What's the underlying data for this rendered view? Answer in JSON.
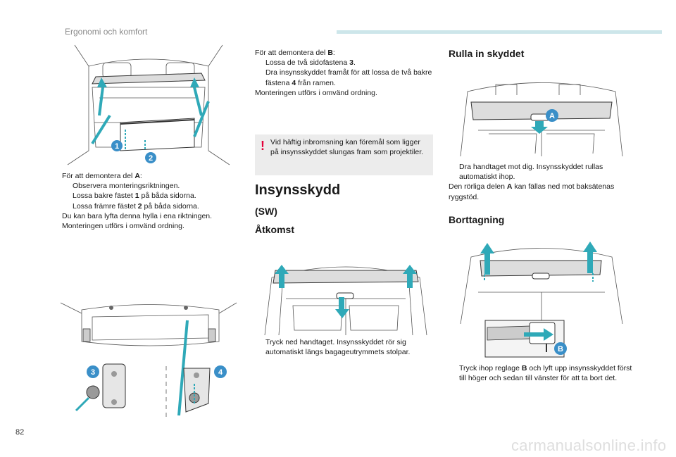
{
  "header": {
    "section_title": "Ergonomi och komfort"
  },
  "page_number": "82",
  "watermark": "carmanualsonline.info",
  "left_column": {
    "intro": "För att demontera del ",
    "part": "A",
    "intro_end": ":",
    "bullets": [
      {
        "text": "Observera monteringsriktningen."
      },
      {
        "pre": "Lossa bakre fästet ",
        "bold": "1",
        "post": " på båda sidorna."
      },
      {
        "pre": "Lossa främre fästet ",
        "bold": "2",
        "post": " på båda sidorna."
      }
    ],
    "para1": "Du kan bara lyfta denna hylla i ena riktningen.",
    "para2": "Monteringen utförs i omvänd ordning."
  },
  "mid_column": {
    "intro": "För att demontera del ",
    "part": "B",
    "intro_end": ":",
    "bullets": [
      {
        "pre": "Lossa de två sidofästena ",
        "bold": "3",
        "post": "."
      },
      {
        "pre": "Dra insynsskyddet framåt för att lossa de två bakre fästena ",
        "bold": "4",
        "post": " från ramen."
      }
    ],
    "para": "Monteringen utförs i omvänd ordning.",
    "warning": "Vid häftig inbromsning kan föremål som ligger på insynsskyddet slungas fram som projektiler.",
    "heading": "Insynsskydd",
    "subheading": "(SW)",
    "access_heading": "Åtkomst",
    "access_bullet": "Tryck ned handtaget. Insynsskyddet rör sig automatiskt längs bagageutrymmets stolpar."
  },
  "right_column": {
    "heading_roll": "Rulla in skyddet",
    "roll_bullet": "Dra handtaget mot dig. Insynsskyddet rullas automatiskt ihop.",
    "roll_para_pre": "Den rörliga delen ",
    "roll_para_bold": "A",
    "roll_para_post": " kan fällas ned mot baksätenas ryggstöd.",
    "heading_remove": "Borttagning",
    "remove_bullet_pre": "Tryck ihop reglage ",
    "remove_bullet_bold": "B",
    "remove_bullet_post": " och lyft upp insynsskyddet först till höger och sedan till vänster för att ta bort det."
  },
  "bullet_symbol": "",
  "warning_symbol": "!",
  "callouts": {
    "c1": "1",
    "c2": "2",
    "c3": "3",
    "c4": "4",
    "cA": "A",
    "cB": "B"
  },
  "colors": {
    "accent": "#2fa9b8",
    "callout": "#3a8fc8",
    "warning": "#e4003a",
    "box": "#ececec",
    "header_bar": "#cde6ea"
  }
}
